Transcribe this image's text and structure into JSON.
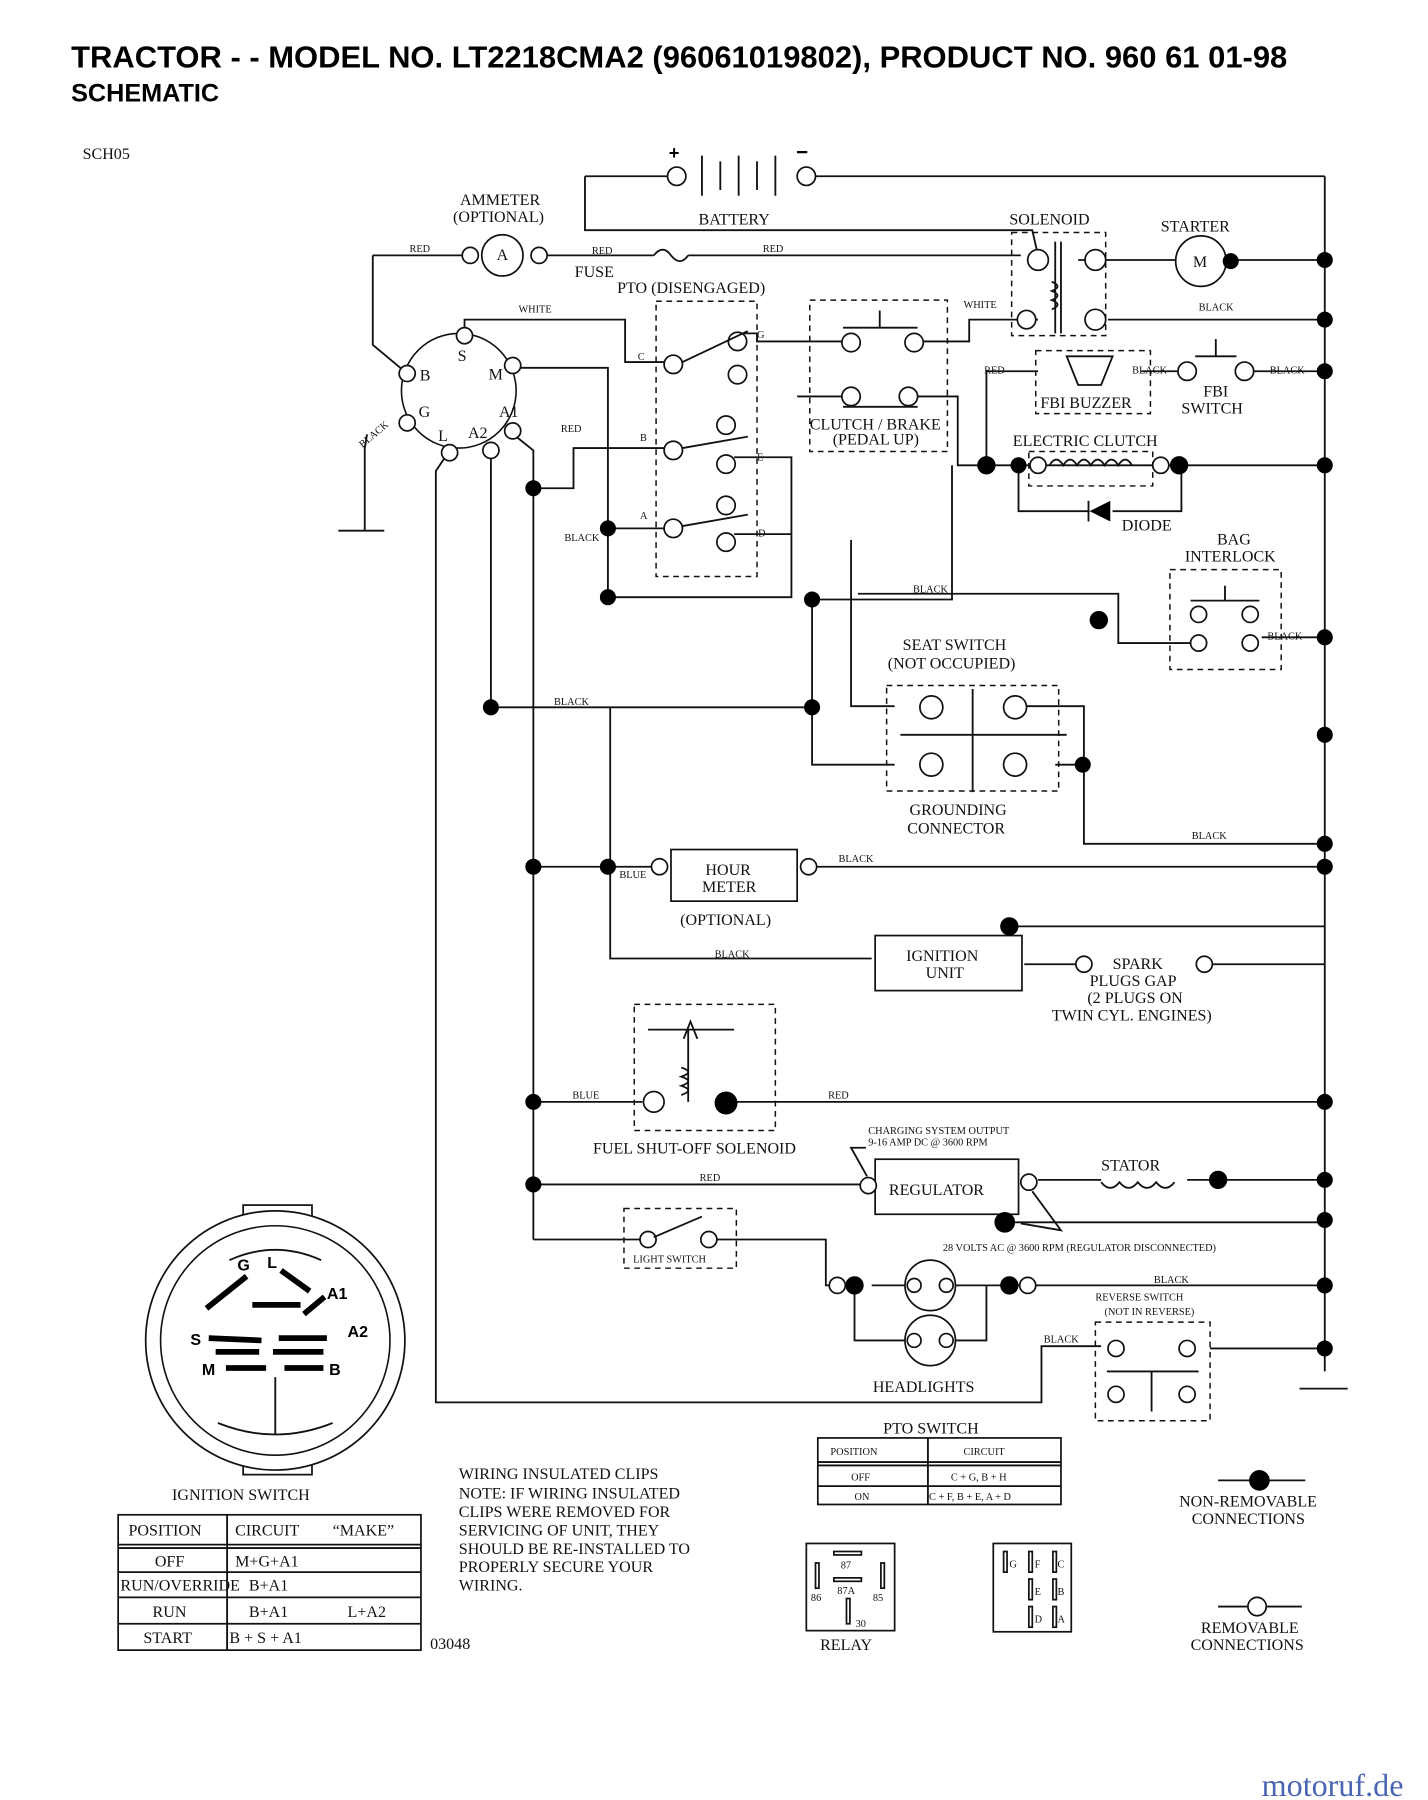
{
  "header": {
    "title": "TRACTOR - - MODEL NO. LT2218CMA2 (96061019802), PRODUCT NO. 960 61 01-98",
    "subtitle": "SCHEMATIC",
    "code": "SCH05"
  },
  "components": {
    "ammeter": "AMMETER",
    "ammeter_opt": "(OPTIONAL)",
    "ammeter_symbol": "A",
    "battery": "BATTERY",
    "plus": "+",
    "minus": "−",
    "fuse": "FUSE",
    "solenoid": "SOLENOID",
    "starter": "STARTER",
    "starter_symbol": "M",
    "pto": "PTO (DISENGAGED)",
    "clutch_brake": "CLUTCH / BRAKE",
    "pedal_up": "(PEDAL UP)",
    "fbi_buzzer": "FBI BUZZER",
    "fbi_switch_1": "FBI",
    "fbi_switch_2": "SWITCH",
    "electric_clutch": "ELECTRIC CLUTCH",
    "diode": "DIODE",
    "bag_1": "BAG",
    "bag_2": "INTERLOCK",
    "seat_1": "SEAT SWITCH",
    "seat_2": "(NOT OCCUPIED)",
    "ground_1": "GROUNDING",
    "ground_2": "CONNECTOR",
    "hour_1": "HOUR",
    "hour_2": "METER",
    "hour_opt": "(OPTIONAL)",
    "ign_1": "IGNITION",
    "ign_2": "UNIT",
    "spark_1": "SPARK",
    "spark_2": "PLUGS GAP",
    "spark_3": "(2 PLUGS ON",
    "spark_4": "TWIN CYL. ENGINES)",
    "fuel": "FUEL SHUT-OFF SOLENOID",
    "charging_1": "CHARGING SYSTEM OUTPUT",
    "charging_2": "9-16 AMP DC @ 3600 RPM",
    "regulator": "REGULATOR",
    "stator": "STATOR",
    "volts": "28 VOLTS AC @ 3600 RPM (REGULATOR DISCONNECTED)",
    "light_switch": "LIGHT SWITCH",
    "headlights": "HEADLIGHTS",
    "reverse_1": "REVERSE SWITCH",
    "reverse_2": "(NOT IN REVERSE)"
  },
  "ignition_terminals": {
    "S": "S",
    "M": "M",
    "B": "B",
    "G": "G",
    "L": "L",
    "A2": "A2",
    "A1": "A1"
  },
  "pto_terminals": {
    "G": "G",
    "C": "C",
    "B": "B",
    "E": "E",
    "A": "A",
    "D": "D"
  },
  "switch_face": {
    "G": "G",
    "L": "L",
    "A1": "A1",
    "A2": "A2",
    "S": "S",
    "M": "M",
    "B": "B"
  },
  "wire_labels": [
    "RED",
    "RED",
    "RED",
    "WHITE",
    "WHITE",
    "BLACK",
    "RED",
    "BLACK",
    "BLACK",
    "BLACK",
    "RED",
    "BLACK",
    "BLACK",
    "BLACK",
    "BLACK",
    "BLACK",
    "BLACK",
    "BLUE",
    "BLACK",
    "BLUE",
    "RED",
    "RED",
    "BLACK",
    "BLACK"
  ],
  "ignition_table": {
    "title": "IGNITION SWITCH",
    "headers": [
      "POSITION",
      "CIRCUIT",
      "“MAKE”"
    ],
    "rows": [
      [
        "OFF",
        "M+G+A1",
        ""
      ],
      [
        "RUN/OVERRIDE",
        "B+A1",
        ""
      ],
      [
        "RUN",
        "B+A1",
        "L+A2"
      ],
      [
        "START",
        "B + S + A1",
        ""
      ]
    ]
  },
  "pto_table": {
    "title": "PTO SWITCH",
    "headers": [
      "POSITION",
      "CIRCUIT"
    ],
    "rows": [
      [
        "OFF",
        "C + G, B + H"
      ],
      [
        "ON",
        "C + F, B + E, A + D"
      ]
    ]
  },
  "note": [
    "WIRING INSULATED CLIPS",
    "NOTE:  IF WIRING INSULATED",
    "CLIPS WERE REMOVED FOR",
    "SERVICING OF UNIT, THEY",
    "SHOULD BE RE-INSTALLED TO",
    "PROPERLY SECURE YOUR",
    "WIRING."
  ],
  "doc_number": "03048",
  "relay": {
    "label": "RELAY",
    "pins": [
      "87",
      "87A",
      "86",
      "85",
      "30"
    ]
  },
  "pto_connector": [
    "G",
    "F",
    "C",
    "E",
    "B",
    "D",
    "A"
  ],
  "legend": {
    "non_removable_1": "NON-REMOVABLE",
    "non_removable_2": "CONNECTIONS",
    "removable_1": "REMOVABLE",
    "removable_2": "CONNECTIONS"
  },
  "watermark": "motoruf.de"
}
